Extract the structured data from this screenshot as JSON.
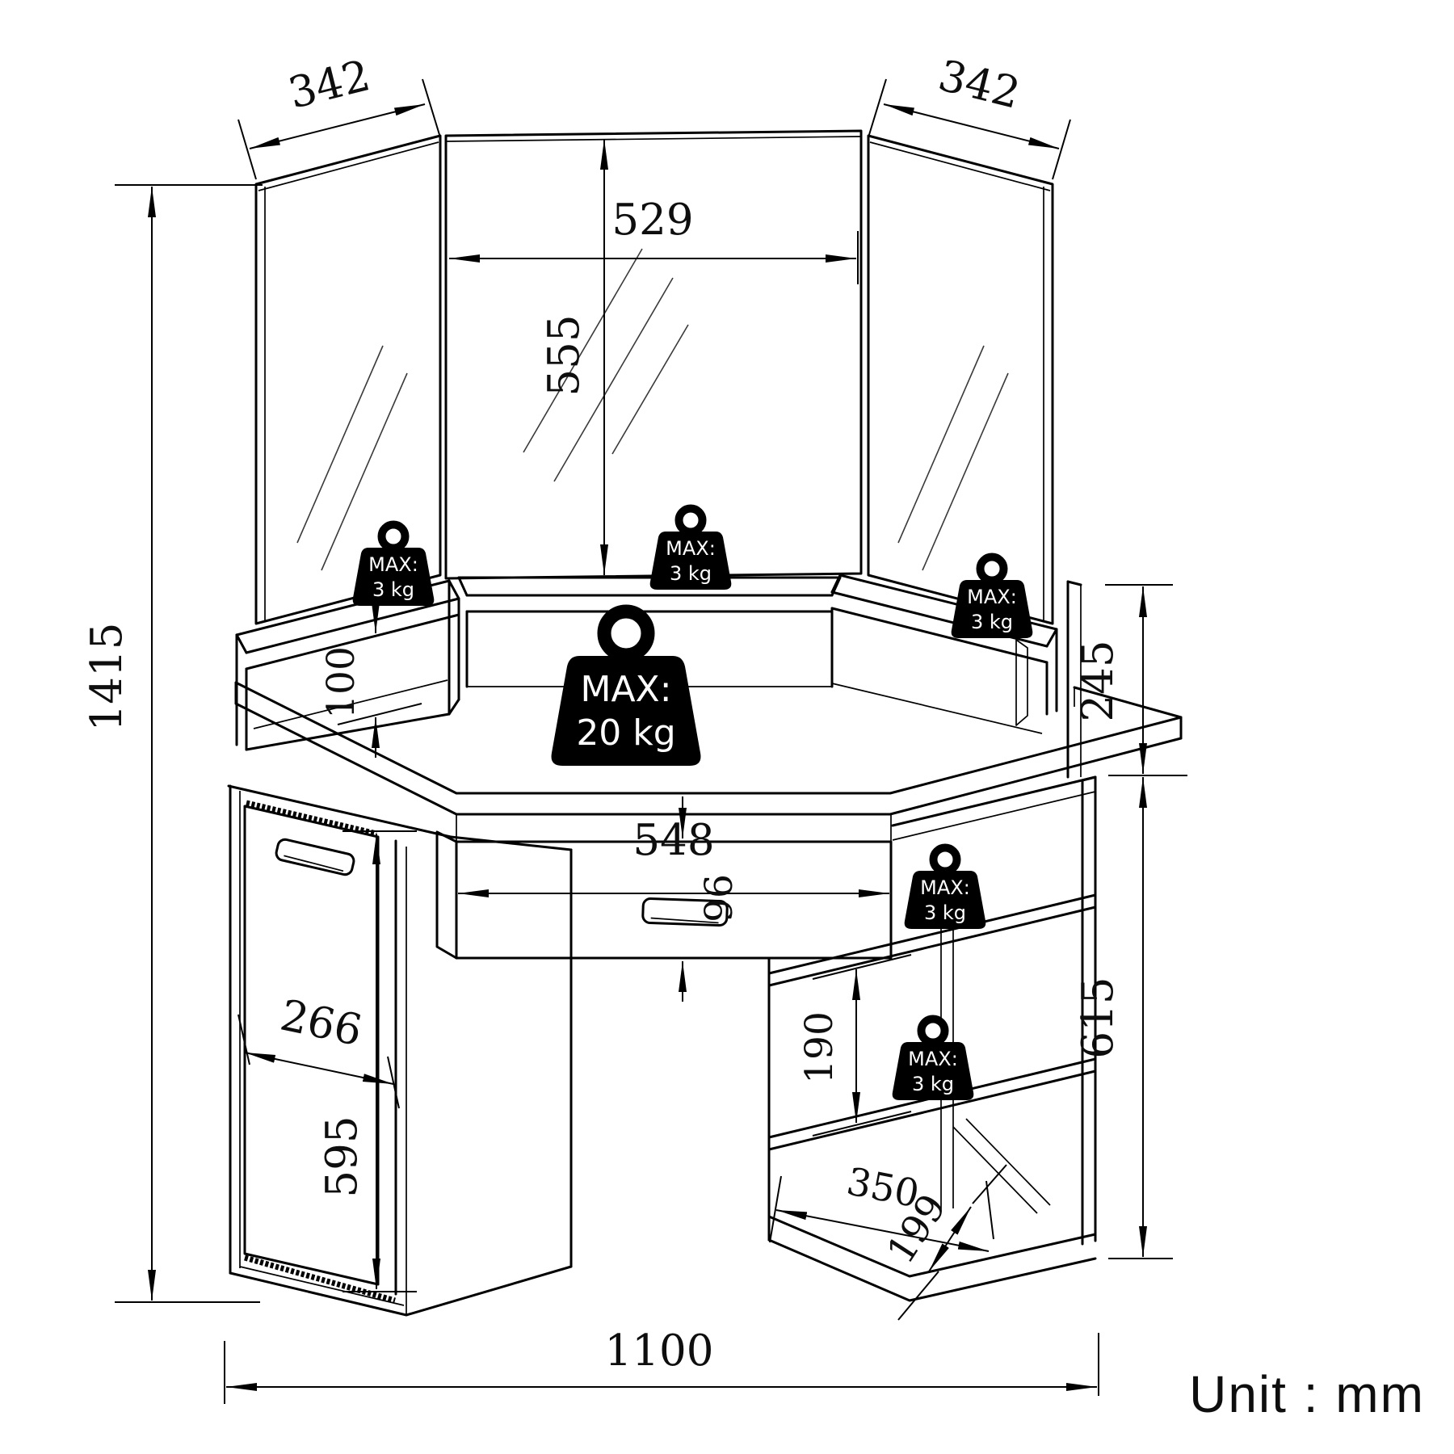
{
  "unit_label": "Unit : mm",
  "dims": {
    "left_mirror_width": "342",
    "right_mirror_width": "342",
    "center_mirror_width": "529",
    "center_mirror_height": "555",
    "overall_height": "1415",
    "organizer_opening_height": "100",
    "organizer_to_desktop": "245",
    "drawer_width": "548",
    "drawer_front_height": "96",
    "door_width": "266",
    "door_height": "595",
    "shelf_spacing": "190",
    "base_unit_height": "615",
    "shelf_width": "350",
    "shelf_depth": "199",
    "overall_width": "1100"
  },
  "weights": {
    "small": {
      "line1": "MAX:",
      "line2": "3 kg"
    },
    "large": {
      "line1": "MAX:",
      "line2": "20 kg"
    }
  }
}
